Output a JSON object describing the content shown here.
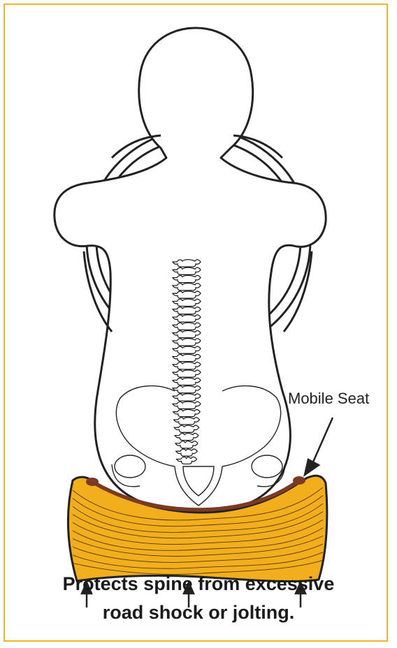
{
  "callout": {
    "text": "Mobile Seat"
  },
  "caption": {
    "line1": "Protects spine from excessive",
    "line2": "road shock or jolting."
  },
  "colors": {
    "border": "#f0b52b",
    "cushion": "#f2ae1c",
    "seat_band": "#7a3a23",
    "outline": "#222222"
  }
}
